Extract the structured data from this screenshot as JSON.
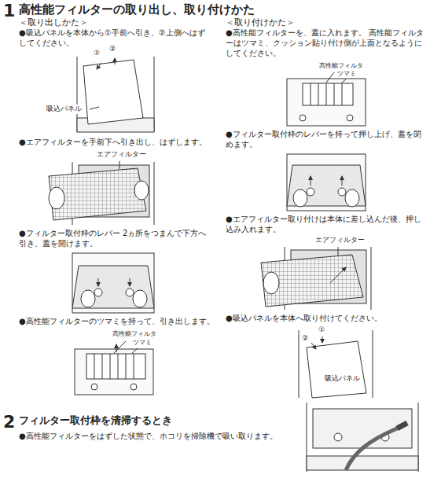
{
  "diagram": {
    "title": "高性能フィルターの取り出し、取り付けかた",
    "labels": [
      "1",
      "＜取り出しかた＞",
      "●吸込パネルを本体から①手前へ引き、②上側へはずしてください。",
      "①",
      "②",
      "吸込パネル",
      "●エアフィルターを手前下へ引き出し、はずします。",
      "エアフィルター",
      "●フィルター取付枠のレバー 2ヵ所をつまんで下方へ引き、蓋を開けます。",
      "●高性能フィルターのツマミを持って、引き出します。",
      "高性能フィルタ",
      "ツマミ",
      "＜取り付けかた＞",
      "●高性能フィルターを、蓋に入れます。 高性能フィルターはツマミ、クッション貼り付け側が上面となるようにしてください。",
      "高性能フィルタ",
      "ツマミ",
      "●フィルター取付枠のレバーを持って押し上げ、蓋を閉めます。",
      "●エアフィルター取り付けは本体に差し込んだ後、押し込み入れます。",
      "エアフィルター",
      "●吸込パネルを本体へ取り付けてください。",
      "①",
      "②",
      "吸込パネル",
      "2",
      "フィルター取付枠を清掃するとき",
      "●高性能フィルターをはずした状態で、ホコリを掃除機で吸い取ります。"
    ]
  }
}
